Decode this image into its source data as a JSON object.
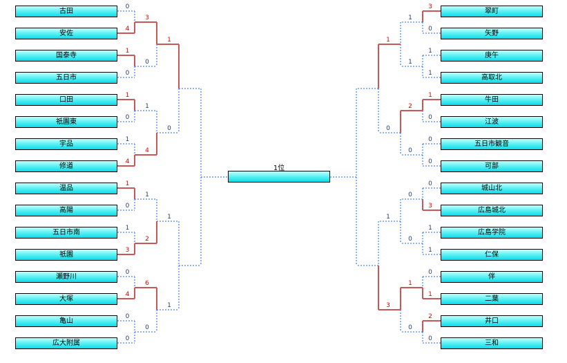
{
  "colors": {
    "win_line": "#cc5555",
    "lose_line": "#1a66ff",
    "win_score": "#e00000",
    "lose_score": "#2a3a6a"
  },
  "final": {
    "label": "1位"
  },
  "left": {
    "teams": [
      "古田",
      "安佐",
      "国泰寺",
      "五日市",
      "口田",
      "祇園東",
      "宇品",
      "修道",
      "温品",
      "高陽",
      "五日市南",
      "祇園",
      "瀬野川",
      "大塚",
      "亀山",
      "広大附属"
    ],
    "r1": [
      [
        "0",
        "4"
      ],
      [
        "1",
        "0"
      ],
      [
        "1",
        "0"
      ],
      [
        "1",
        "4"
      ],
      [
        "1",
        "0"
      ],
      [
        "1",
        "3"
      ],
      [
        "0",
        "4"
      ],
      [
        "0",
        "0"
      ]
    ],
    "r2": [
      [
        "3",
        "0"
      ],
      [
        "1",
        "4"
      ],
      [
        "1",
        "2"
      ],
      [
        "6",
        "0"
      ]
    ],
    "r3": [
      [
        "1",
        "0"
      ],
      [
        "1",
        "1"
      ]
    ]
  },
  "right": {
    "teams": [
      "翠町",
      "矢野",
      "庚午",
      "高取北",
      "牛田",
      "江波",
      "五日市観音",
      "可部",
      "城山北",
      "広島城北",
      "広島学院",
      "仁保",
      "伴",
      "二葉",
      "井口",
      "三和"
    ],
    "r1": [
      [
        "3",
        "0"
      ],
      [
        "1",
        "1"
      ],
      [
        "1",
        "0"
      ],
      [
        "0",
        "0"
      ],
      [
        "0",
        "3"
      ],
      [
        "1",
        "1"
      ],
      [
        "0",
        "1"
      ],
      [
        "2",
        "0"
      ]
    ],
    "r2": [
      [
        "1",
        "1"
      ],
      [
        "2",
        "0"
      ],
      [
        "0",
        "0"
      ],
      [
        "1",
        "0"
      ]
    ],
    "r3": [
      [
        "1",
        "0"
      ],
      [
        "1",
        "3"
      ]
    ]
  }
}
